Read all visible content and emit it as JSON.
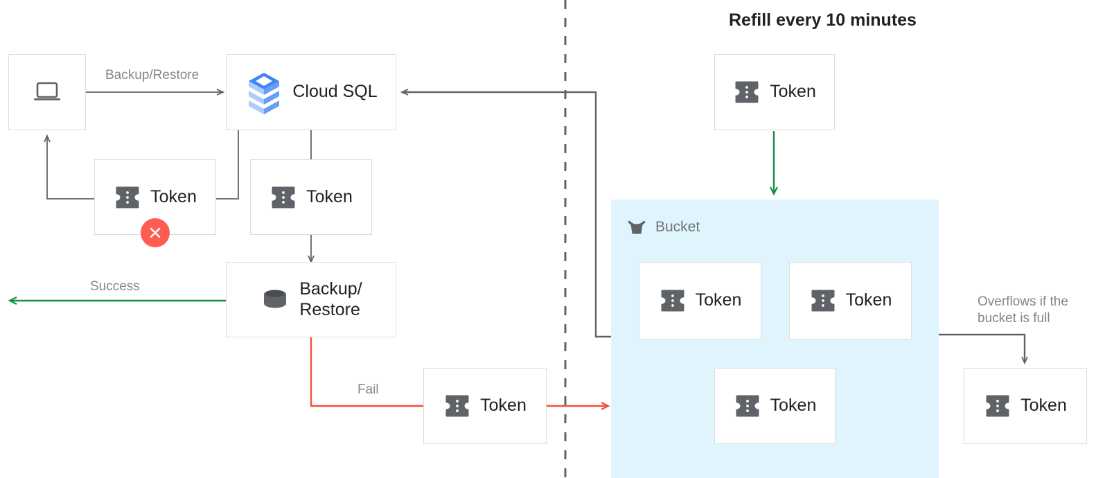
{
  "diagram": {
    "title": "Refill every 10 minutes",
    "colors": {
      "accent_green": "#139046",
      "accent_red": "#F4503C",
      "fail_badge": "#FF5C51",
      "bucket_fill": "#E0F4FD",
      "box_border": "#DADCE0",
      "wire": "#5F6368",
      "token_icon": "#5F6368",
      "label_text": "#80868B",
      "node_text": "#202124",
      "cloudsql_blue_dark": "#4285F4",
      "cloudsql_blue_mid": "#669DF6",
      "cloudsql_blue_light": "#AECBFA"
    },
    "nodes": {
      "client": {
        "label": "",
        "icon": "laptop-icon"
      },
      "cloud_sql": {
        "label": "Cloud SQL",
        "icon": "cloud-sql-icon"
      },
      "token_client": {
        "label": "Token",
        "icon": "token-icon",
        "status": "failed"
      },
      "token_sql": {
        "label": "Token",
        "icon": "token-icon"
      },
      "backup_restore": {
        "label": "Backup/\nRestore",
        "icon": "database-icon"
      },
      "token_fail": {
        "label": "Token",
        "icon": "token-icon"
      },
      "token_refill": {
        "label": "Token",
        "icon": "token-icon"
      },
      "token_bucket_1": {
        "label": "Token",
        "icon": "token-icon"
      },
      "token_bucket_2": {
        "label": "Token",
        "icon": "token-icon"
      },
      "token_bucket_3": {
        "label": "Token",
        "icon": "token-icon"
      },
      "token_overflow": {
        "label": "Token",
        "icon": "token-icon"
      }
    },
    "bucket": {
      "label": "Bucket",
      "icon": "bucket-icon"
    },
    "edge_labels": {
      "backup_restore": "Backup/Restore",
      "success": "Success",
      "fail": "Fail",
      "overflow": "Overflows if the\nbucket is full"
    }
  }
}
